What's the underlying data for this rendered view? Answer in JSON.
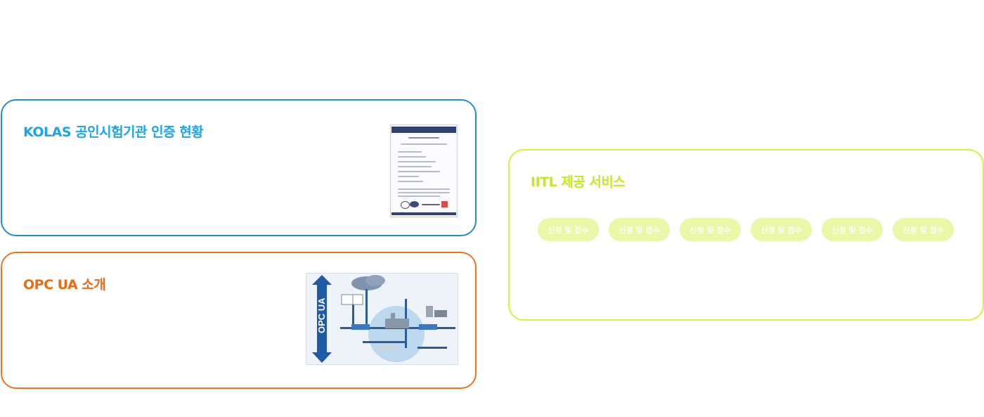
{
  "kolas_card": {
    "title": "KOLAS 공인시험기관 인증 현황",
    "image_alt": "KOLAS 공인시험기관 인정서",
    "accent_color": "#1f8fc7"
  },
  "opc_card": {
    "title": "OPC UA 소개",
    "image_alt": "OPC UA architecture diagram",
    "accent_color": "#f07318"
  },
  "iitl_card": {
    "title": "IITL 제공 서비스",
    "accent_color": "#d6f23a",
    "chips": [
      {
        "label": "신청 및 접수"
      },
      {
        "label": "신청 및 접수"
      },
      {
        "label": "신청 및 접수"
      },
      {
        "label": "신청 및 접수"
      },
      {
        "label": "신청 및 접수"
      },
      {
        "label": "신청 및 접수"
      }
    ]
  }
}
